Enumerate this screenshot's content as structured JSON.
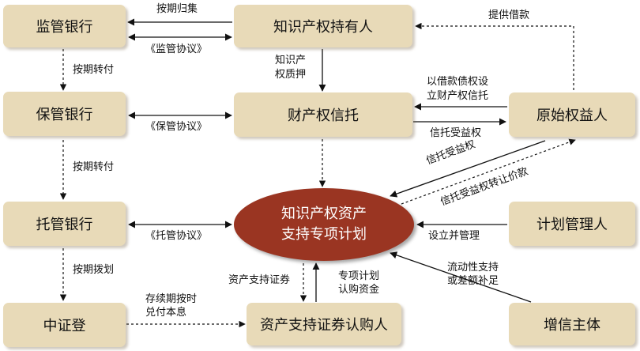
{
  "nodes": {
    "supervisory_bank": "监管银行",
    "custody_bank": "保管银行",
    "trustee_bank": "托管银行",
    "csdc": "中证登",
    "ip_holder": "知识产权持有人",
    "property_trust": "财产权信托",
    "original_beneficiary": "原始权益人",
    "plan_manager": "计划管理人",
    "investor": "资产支持证券认购人",
    "credit_enhancer": "增信主体",
    "center_line1": "知识产权资产",
    "center_line2": "支持专项计划"
  },
  "labels": {
    "collect_on_schedule": "按期归集",
    "supervision_agreement": "《监管协议》",
    "transfer_1": "按期转付",
    "custody_agreement": "《保管协议》",
    "transfer_2": "按期转付",
    "trustee_agreement": "《托管协议》",
    "allocate": "按期拨划",
    "redeem_line1": "存续期按时",
    "redeem_line2": "兑付本息",
    "ip_pledge_line1": "知识产",
    "ip_pledge_line2": "权质押",
    "provide_loan": "提供借款",
    "loan_claim_line1": "以借款债权设",
    "loan_claim_line2": "立财产权信托",
    "trust_beneficiary_right": "信托受益权",
    "trust_beneficiary_right_2": "信托受益权",
    "transfer_price": "信托受益权转让价款",
    "establish_manage": "设立并管理",
    "abs_securities": "资产支持证券",
    "subscription_line1": "专项计划",
    "subscription_line2": "认购资金",
    "liquidity_line1": "流动性支持",
    "liquidity_line2": "或差额补足"
  }
}
